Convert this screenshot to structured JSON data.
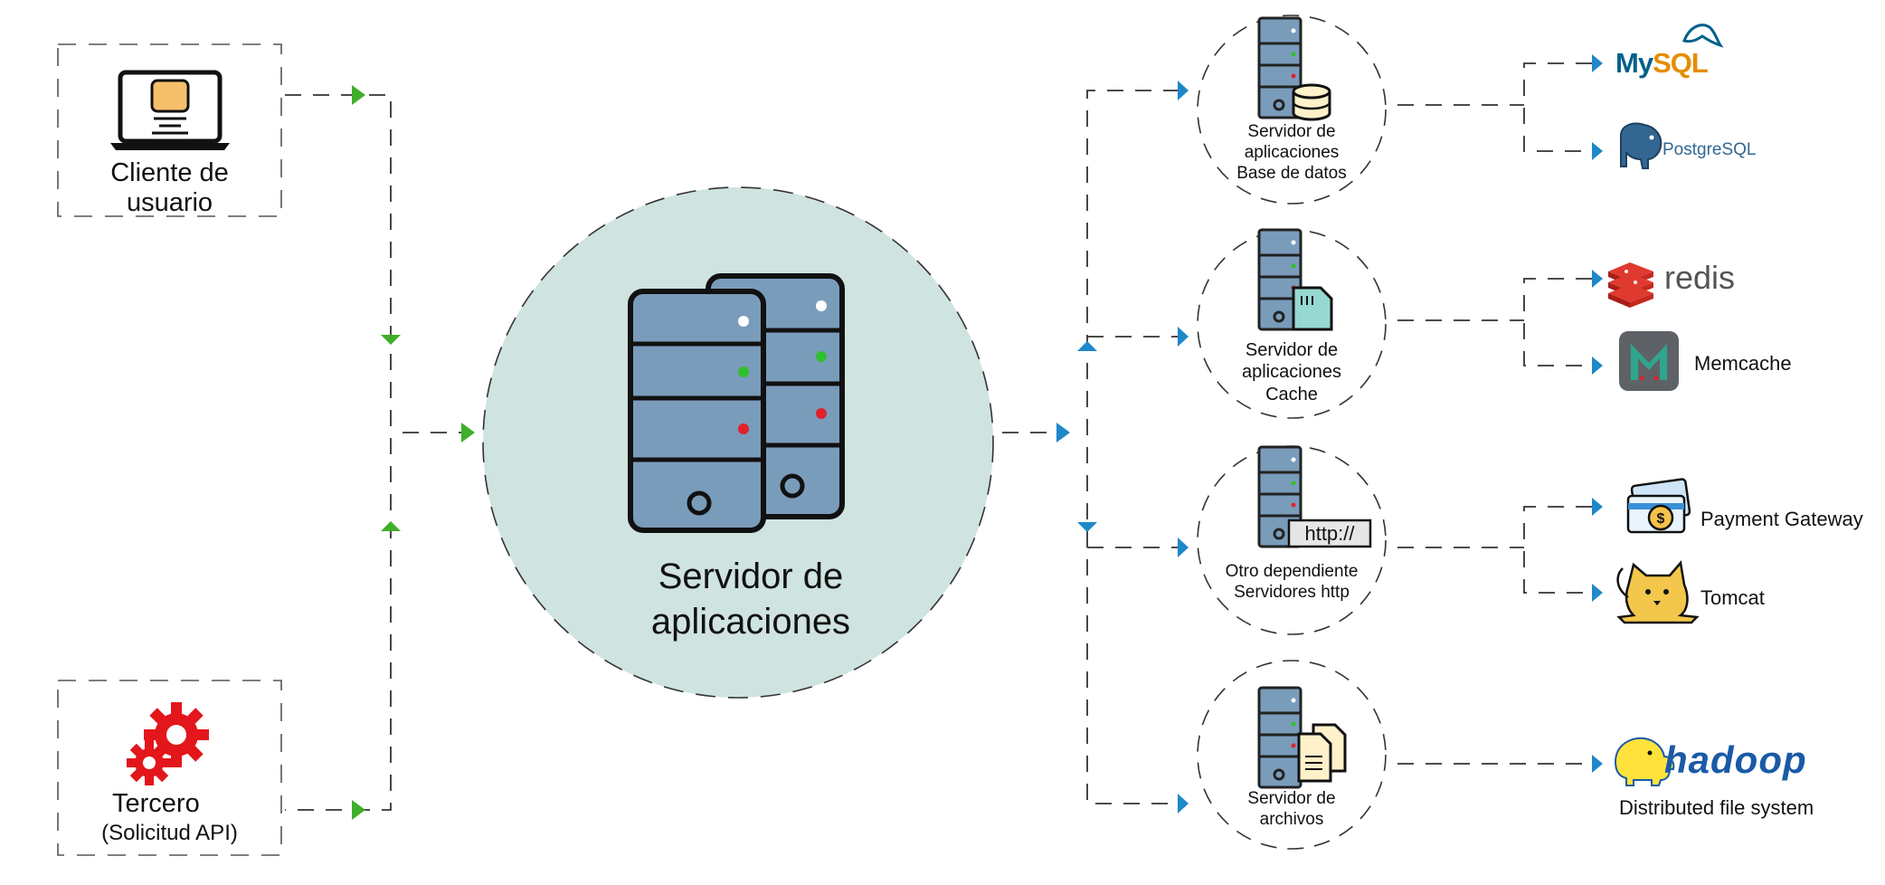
{
  "colors": {
    "green_arrow": "#3fae2a",
    "blue_arrow": "#1e88c8",
    "server_fill": "#7a9cbb",
    "main_circle_fill": "#cfe3e0",
    "dash": "#2a2a2a"
  },
  "sources": {
    "client": {
      "line1": "Cliente de",
      "line2": "usuario",
      "icon": "laptop-icon"
    },
    "third_party": {
      "title": "Tercero",
      "subtitle": "(Solicitud API)",
      "icon": "gears-icon"
    }
  },
  "main": {
    "line1": "Servidor de",
    "line2": "aplicaciones",
    "icon": "server-stack-icon"
  },
  "services": [
    {
      "id": "db",
      "lines": [
        "Servidor de",
        "aplicaciones",
        "Base de datos"
      ],
      "icon": "database-icon"
    },
    {
      "id": "cache",
      "lines": [
        "Servidor de",
        "aplicaciones",
        "Cache"
      ],
      "icon": "memory-card-icon"
    },
    {
      "id": "http",
      "lines": [
        "Otro dependiente",
        "Servidores http"
      ],
      "badge": "http://",
      "icon": "http-badge-icon"
    },
    {
      "id": "files",
      "lines": [
        "Servidor de",
        "archivos"
      ],
      "icon": "documents-icon"
    }
  ],
  "technologies": {
    "mysql": {
      "logo_a": "My",
      "logo_b": "SQL",
      "icon": "dolphin-icon"
    },
    "postgresql": {
      "logo": "PostgreSQL",
      "icon": "elephant-icon"
    },
    "redis": {
      "logo": "redis",
      "icon": "redis-cubes-icon"
    },
    "memcache": {
      "label": "Memcache",
      "icon": "memcache-m-icon"
    },
    "payment": {
      "label": "Payment Gateway",
      "icon": "card-coin-icon"
    },
    "tomcat": {
      "label": "Tomcat",
      "icon": "tomcat-icon"
    },
    "hadoop": {
      "logo": "hadoop",
      "caption": "Distributed file system",
      "icon": "hadoop-elephant-icon"
    }
  }
}
